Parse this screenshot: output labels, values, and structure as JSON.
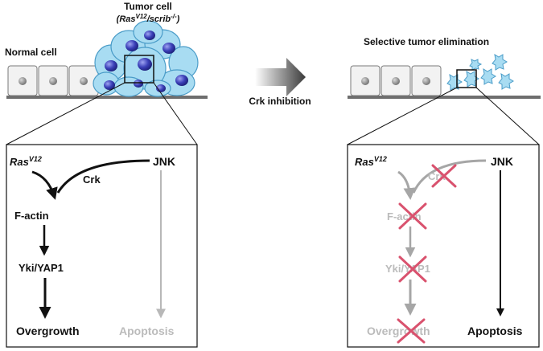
{
  "left": {
    "normal_cell_label": "Normal cell",
    "tumor_title": "Tumor cell",
    "tumor_genotype_ras": "Ras",
    "tumor_genotype_ras_sup": "V12",
    "tumor_genotype_scrib": "/scrib",
    "tumor_genotype_scrib_sup": "-/-",
    "panel": {
      "ras": "Ras",
      "ras_sup": "V12",
      "jnk": "JNK",
      "crk": "Crk",
      "factin": "F-actin",
      "yki": "Yki/YAP1",
      "overgrowth": "Overgrowth",
      "apoptosis": "Apoptosis"
    }
  },
  "middle": {
    "arrow_label": "Crk inhibition"
  },
  "right": {
    "title": "Selective tumor elimination",
    "panel": {
      "ras": "Ras",
      "ras_sup": "V12",
      "jnk": "JNK",
      "crk": "Crk",
      "factin": "F-actin",
      "yki": "Yki/YAP1",
      "overgrowth": "Overgrowth",
      "apoptosis": "Apoptosis"
    }
  },
  "colors": {
    "active": "#111111",
    "inactive": "#a6a6a6",
    "inhibited_cross": "#d9526e",
    "tumor_cell_fill": "#a8dcf2",
    "tumor_nucleus": "#3a3fb5",
    "normal_cell_fill": "#f2f2f2"
  }
}
